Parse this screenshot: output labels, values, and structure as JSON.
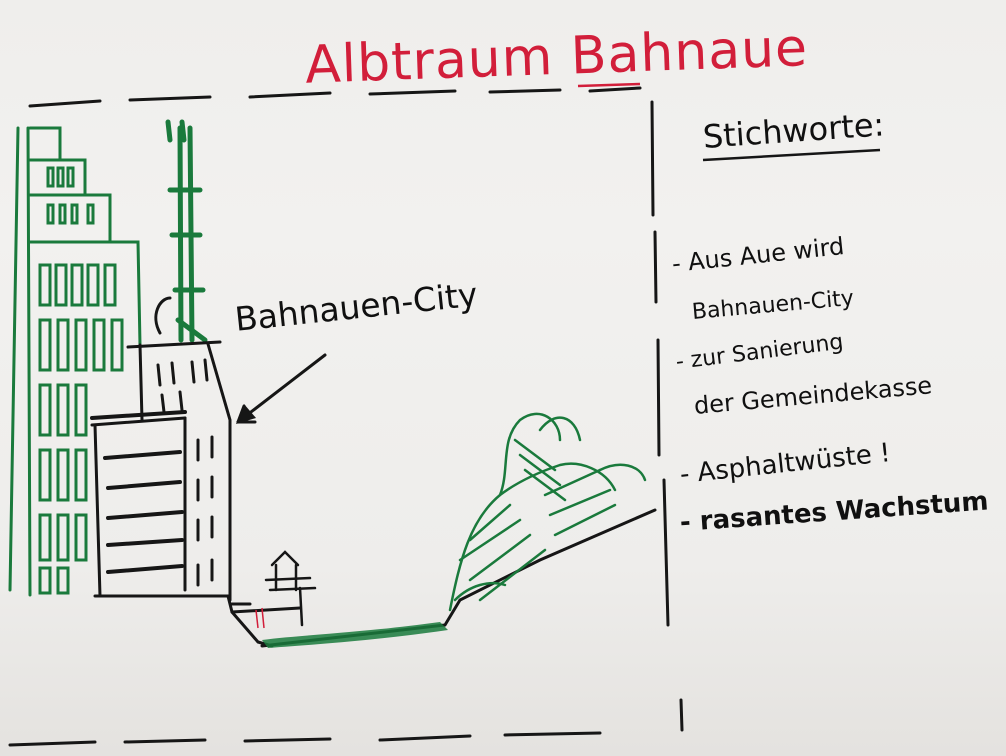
{
  "title": "Albtraum Bahnaue",
  "city_label": "Bahnauen-City",
  "keywords": {
    "heading": "Stichworte:",
    "lines": [
      "- Aus Aue wird",
      "Bahnauen-City",
      "- zur Sanierung",
      "der Gemeindekasse",
      "- Asphaltwüste !",
      "- rasantes Wachstum"
    ]
  },
  "colors": {
    "title_red": "#d21e3a",
    "ink_black": "#111111",
    "ink_green": "#1a7a3c",
    "board": "#efeeec"
  }
}
